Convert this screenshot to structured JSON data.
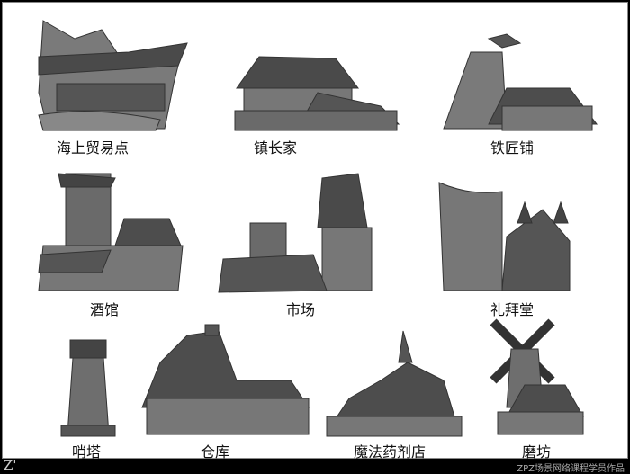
{
  "buildings": [
    {
      "label": "海上贸易点"
    },
    {
      "label": "镇长家"
    },
    {
      "label": "铁匠铺"
    },
    {
      "label": "酒馆"
    },
    {
      "label": "市场"
    },
    {
      "label": "礼拜堂"
    },
    {
      "label": "哨塔"
    },
    {
      "label": "仓库"
    },
    {
      "label": "魔法药剂店"
    },
    {
      "label": "磨坊"
    }
  ],
  "footer": {
    "logo": "Z'",
    "credit": "ZPZ场景网络课程学员作品"
  }
}
